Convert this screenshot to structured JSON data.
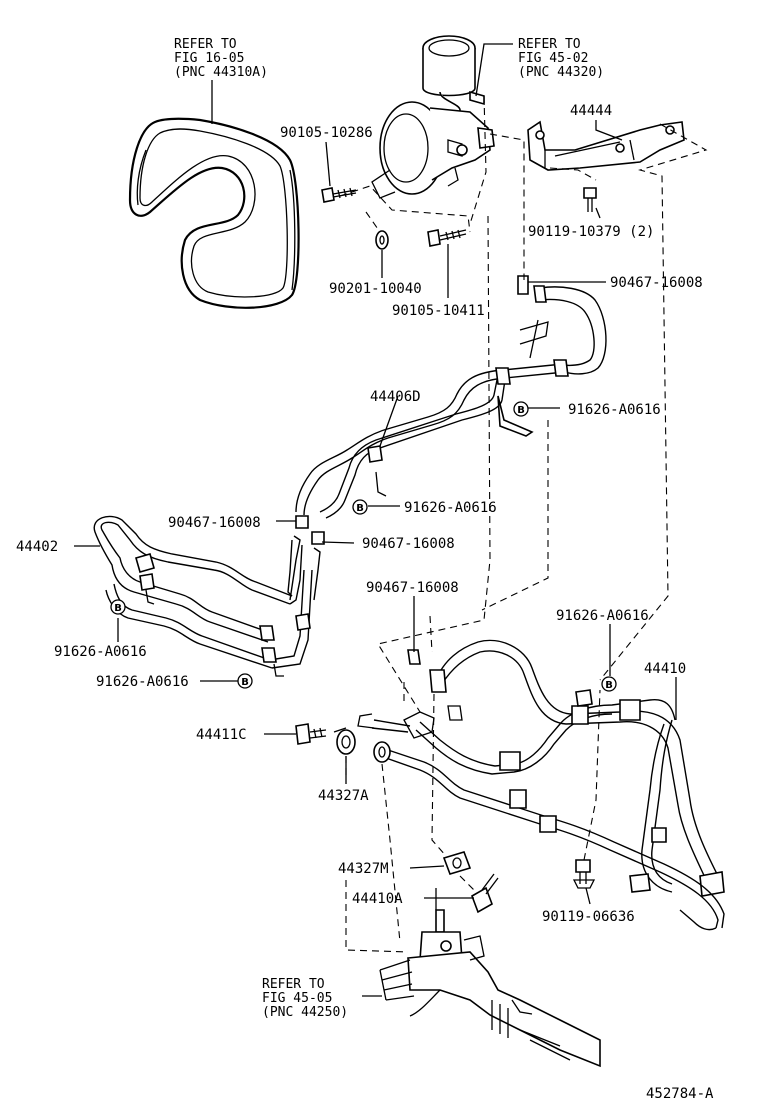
{
  "refs": {
    "belt": {
      "l1": "REFER TO",
      "l2": "FIG 16-05",
      "l3": "(PNC 44310A)"
    },
    "reservoir": {
      "l1": "REFER TO",
      "l2": "FIG 45-02",
      "l3": "(PNC 44320)"
    },
    "rack": {
      "l1": "REFER TO",
      "l2": "FIG 45-05",
      "l3": "(PNC 44250)"
    }
  },
  "parts": {
    "p90105_10286": "90105-10286",
    "p44444": "44444",
    "p90119_10379": "90119-10379 (2)",
    "p90201_10040": "90201-10040",
    "p90105_10411": "90105-10411",
    "p90467_16008_a": "90467-16008",
    "p44406D": "44406D",
    "p91626_A0616_a": "91626-A0616",
    "p91626_A0616_b": "91626-A0616",
    "p90467_16008_b": "90467-16008",
    "p90467_16008_c": "90467-16008",
    "p44402": "44402",
    "p90467_16008_d": "90467-16008",
    "p91626_A0616_c": "91626-A0616",
    "p91626_A0616_d": "91626-A0616",
    "p91626_A0616_e": "91626-A0616",
    "p44410": "44410",
    "p44411C": "44411C",
    "p44327A": "44327A",
    "p44327M": "44327M",
    "p44410A": "44410A",
    "p90119_06636": "90119-06636"
  },
  "bolt_marker": "B",
  "diagram_id": "452784-A"
}
